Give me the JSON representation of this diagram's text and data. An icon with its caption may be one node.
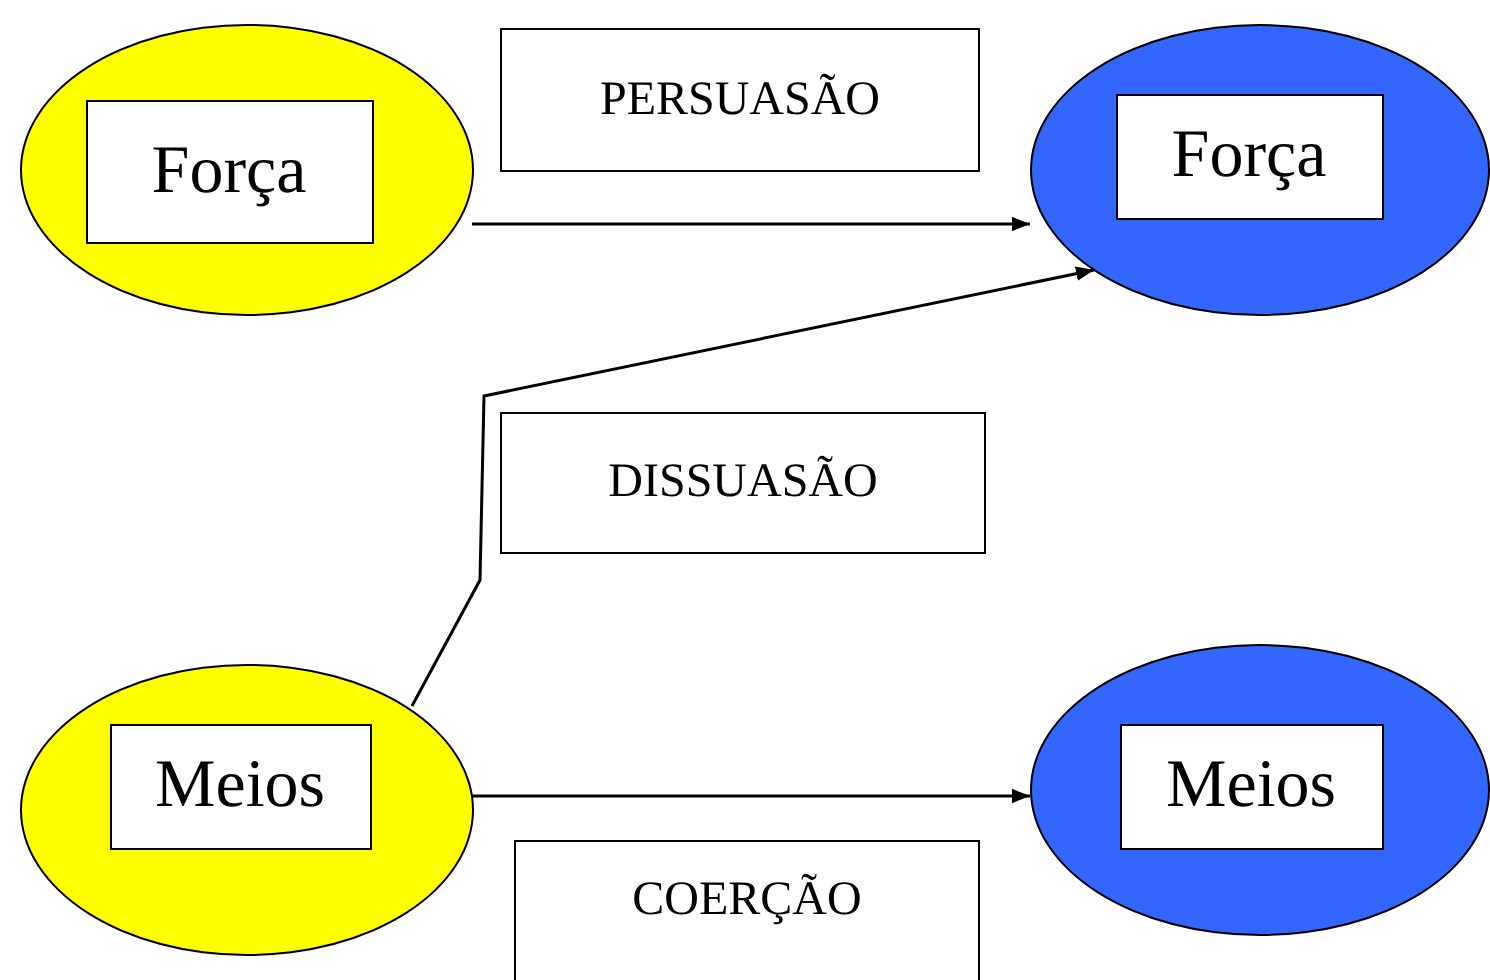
{
  "diagram": {
    "nodes": [
      {
        "text": [],
        "shape": "ellipse"
      },
      {
        "text": [
          "Força"
        ],
        "in": 0
      },
      {
        "text": [
          "PERSUASÃO"
        ]
      },
      {
        "text": [],
        "shape": "ellipse"
      },
      {
        "text": [
          "Força"
        ],
        "in": 3
      },
      {
        "text": [
          "DISSUASÃO"
        ]
      },
      {
        "text": [],
        "shape": "ellipse"
      },
      {
        "text": [
          "Meios"
        ],
        "in": 6
      },
      {
        "text": [],
        "shape": "ellipse"
      },
      {
        "text": [
          "Meios"
        ],
        "in": 8
      },
      {
        "text": [
          "COERÇÃO"
        ]
      }
    ],
    "edges": [
      {
        "from": 0,
        "to": 3,
        "arrow": "to"
      },
      {
        "from": 6,
        "to": 3,
        "arrow": "to"
      },
      {
        "from": 6,
        "to": 8,
        "arrow": "to"
      }
    ]
  }
}
